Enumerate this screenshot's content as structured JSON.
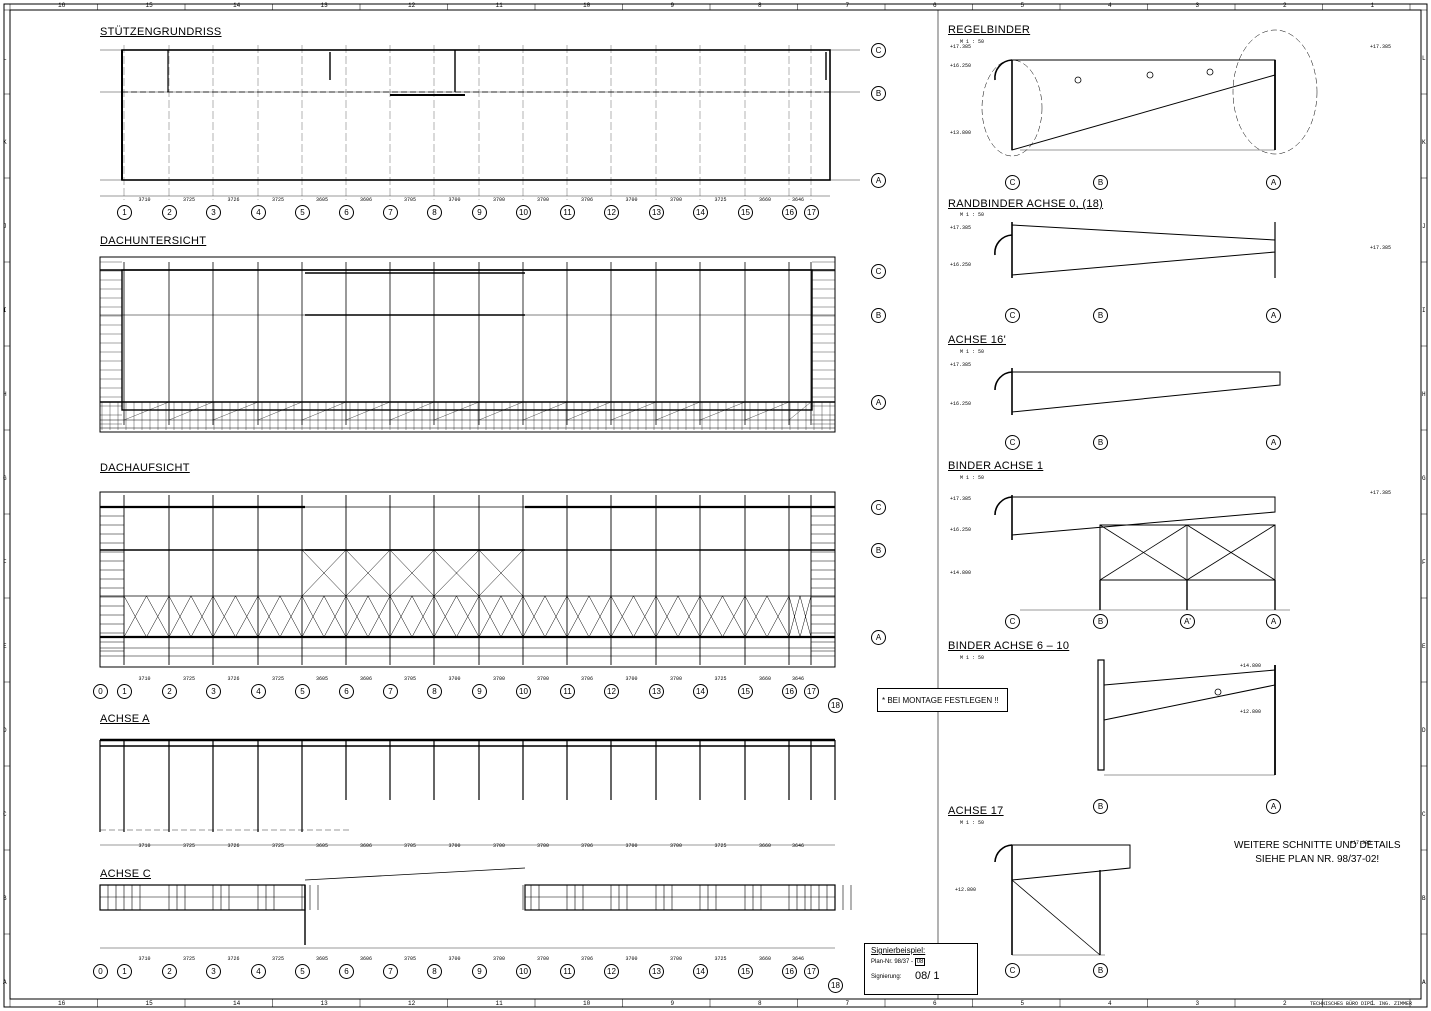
{
  "views": {
    "stuetzengrundriss": "STÜTZENGRUNDRISS",
    "dachuntersicht": "DACHUNTERSICHT",
    "dachaufsicht": "DACHAUFSICHT",
    "achse_a": "ACHSE A",
    "achse_c": "ACHSE C",
    "regelbinder": "REGELBINDER",
    "randbinder": "RANDBINDER ACHSE 0, (18)",
    "achse_16": "ACHSE 16'",
    "binder_achse_1": "BINDER ACHSE 1",
    "binder_achse_6_10": "BINDER ACHSE 6 – 10",
    "achse_17": "ACHSE 17"
  },
  "scales": {
    "m150": "M 1 : 50"
  },
  "axes_numbers_top": [
    "1",
    "2",
    "3",
    "4",
    "5",
    "6",
    "7",
    "8",
    "9",
    "10",
    "11",
    "12",
    "13",
    "14",
    "15",
    "16",
    "17"
  ],
  "axes_numbers_full": [
    "0",
    "1",
    "2",
    "3",
    "4",
    "5",
    "6",
    "7",
    "8",
    "9",
    "10",
    "11",
    "12",
    "13",
    "14",
    "15",
    "16",
    "17"
  ],
  "axis_letters": [
    "C",
    "B",
    "A"
  ],
  "section_letters_binder1": [
    "C",
    "B",
    "A'",
    "A"
  ],
  "montage_note": "* BEI MONTAGE FESTLEGEN !!",
  "further": {
    "line1": "WEITERE SCHNITTE UND DETAILS",
    "line2": "SIEHE PLAN NR. 98/37-02!"
  },
  "signature_box": {
    "title": "Signierbeispiel:",
    "plan": "Plan-Nr. 98/37 -",
    "plan_sheet": "08",
    "sig_label": "Signierung:",
    "sig_value": "08/ 1"
  },
  "frame_numbers": [
    "16",
    "15",
    "14",
    "13",
    "12",
    "11",
    "10",
    "9",
    "8",
    "7",
    "6",
    "5",
    "4",
    "3",
    "2",
    "1"
  ],
  "frame_letters": [
    "L",
    "K",
    "J",
    "I",
    "H",
    "G",
    "F",
    "E",
    "D",
    "C",
    "B",
    "A"
  ],
  "dim_spacing": [
    "3710",
    "3725",
    "3726",
    "3725",
    "3605",
    "3606",
    "3705",
    "3700",
    "3700",
    "3700",
    "3706",
    "3700",
    "3700",
    "3725",
    "3660",
    "3646"
  ],
  "elevation_labels": [
    "+17.385",
    "+16.250",
    "+13.800",
    "+14.800",
    "+12.800"
  ],
  "footer": "TECHNISCHES BÜRO   DIPL. ING. ZIMMER"
}
